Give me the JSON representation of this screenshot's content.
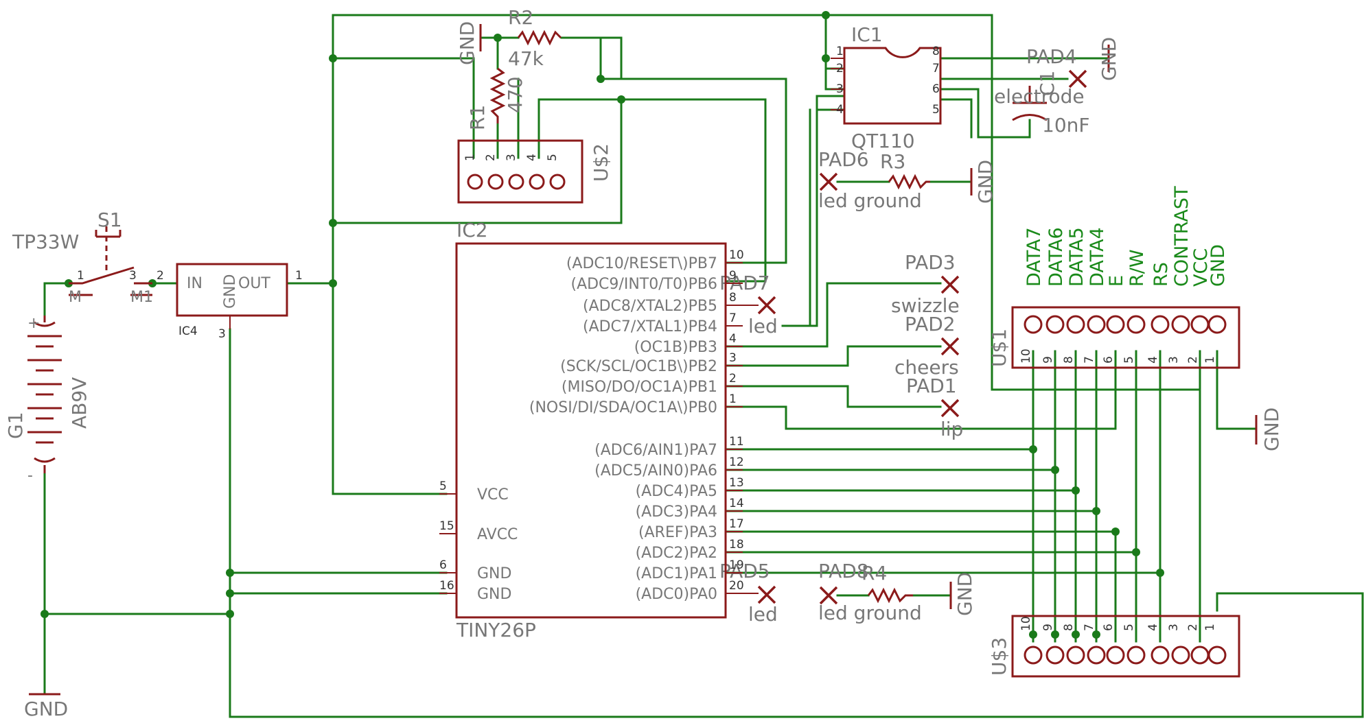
{
  "parts": {
    "S1": {
      "ref": "S1",
      "value": "TP33W",
      "pins": [
        "1",
        "3",
        "2"
      ],
      "contacts": [
        "M",
        "M1"
      ]
    },
    "G1": {
      "ref": "G1",
      "value": "AB9V",
      "plus": "+",
      "minus": "-"
    },
    "IC4": {
      "ref": "IC4",
      "in": "IN",
      "gnd": "GND",
      "out": "OUT",
      "pin1": "1",
      "pin3": "3"
    },
    "R1": {
      "ref": "R1",
      "value": "470"
    },
    "R2": {
      "ref": "R2",
      "value": "47k"
    },
    "R3": {
      "ref": "R3"
    },
    "R4": {
      "ref": "R4"
    },
    "C1": {
      "ref": "C1",
      "value": "10nF",
      "label": "electrode"
    },
    "IC1": {
      "ref": "IC1",
      "value": "QT110",
      "pins": [
        "1",
        "2",
        "3",
        "4",
        "8",
        "7",
        "6",
        "5"
      ]
    },
    "U2": {
      "ref": "U$2",
      "pins": [
        "1",
        "2",
        "3",
        "4",
        "5"
      ]
    },
    "U1": {
      "ref": "U$1",
      "pins": [
        "10",
        "9",
        "8",
        "7",
        "6",
        "5",
        "4",
        "3",
        "2",
        "1"
      ]
    },
    "U3": {
      "ref": "U$3",
      "pins": [
        "10",
        "9",
        "8",
        "7",
        "6",
        "5",
        "4",
        "3",
        "2",
        "1"
      ]
    },
    "IC2": {
      "ref": "IC2",
      "value": "TINY26P",
      "left": [
        {
          "num": "5",
          "name": "VCC"
        },
        {
          "num": "15",
          "name": "AVCC"
        },
        {
          "num": "6",
          "name": "GND"
        },
        {
          "num": "16",
          "name": "GND"
        }
      ],
      "right": [
        {
          "num": "10",
          "name": "(ADC10/RESET\\)PB7"
        },
        {
          "num": "9",
          "name": "(ADC9/INT0/T0)PB6"
        },
        {
          "num": "8",
          "name": "(ADC8/XTAL2)PB5"
        },
        {
          "num": "7",
          "name": "(ADC7/XTAL1)PB4"
        },
        {
          "num": "4",
          "name": "(OC1B)PB3"
        },
        {
          "num": "3",
          "name": "(SCK/SCL/OC1B\\)PB2"
        },
        {
          "num": "2",
          "name": "(MISO/DO/OC1A)PB1"
        },
        {
          "num": "1",
          "name": "(NOSI/DI/SDA/OC1A\\)PB0"
        },
        {
          "num": "11",
          "name": "(ADC6/AIN1)PA7"
        },
        {
          "num": "12",
          "name": "(ADC5/AIN0)PA6"
        },
        {
          "num": "13",
          "name": "(ADC4)PA5"
        },
        {
          "num": "14",
          "name": "(ADC3)PA4"
        },
        {
          "num": "17",
          "name": "(AREF)PA3"
        },
        {
          "num": "18",
          "name": "(ADC2)PA2"
        },
        {
          "num": "19",
          "name": "(ADC1)PA1"
        },
        {
          "num": "20",
          "name": "(ADC0)PA0"
        }
      ]
    }
  },
  "pads": {
    "PAD1": {
      "ref": "PAD1",
      "label": "lip"
    },
    "PAD2": {
      "ref": "PAD2",
      "label": "cheers"
    },
    "PAD3": {
      "ref": "PAD3",
      "label": "swizzle"
    },
    "PAD4": {
      "ref": "PAD4"
    },
    "PAD5": {
      "ref": "PAD5",
      "label": "led"
    },
    "PAD6": {
      "ref": "PAD6",
      "label": "led ground"
    },
    "PAD7": {
      "ref": "PAD7",
      "label": "led"
    },
    "PAD8": {
      "ref": "PAD8",
      "label": "led ground"
    }
  },
  "gnd_label": "GND",
  "lcd_labels": [
    "DATA7",
    "DATA6",
    "DATA5",
    "DATA4",
    "E",
    "R/W",
    "RS",
    "CONTRAST",
    "VCC",
    "GND"
  ]
}
